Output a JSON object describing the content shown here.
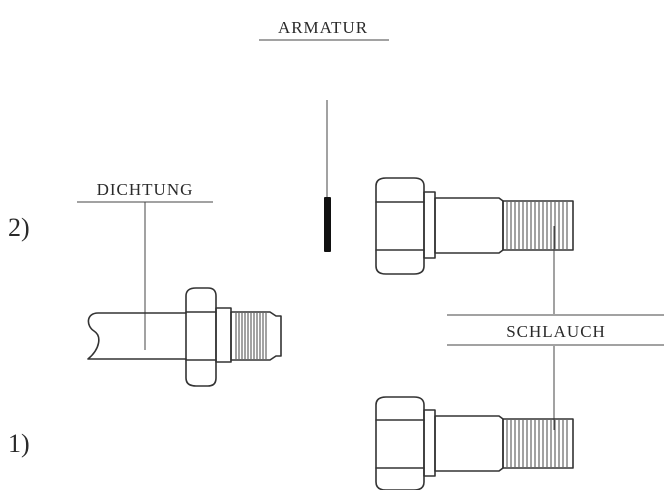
{
  "labels": {
    "armatur": "ARMATUR",
    "dichtung": "DICHTUNG",
    "schlauch": "SCHLAUCH",
    "step_2": "2)",
    "step_1": "1)"
  },
  "colors": {
    "ink": "#2a2a2a",
    "line": "#333333",
    "background": "#ffffff"
  }
}
